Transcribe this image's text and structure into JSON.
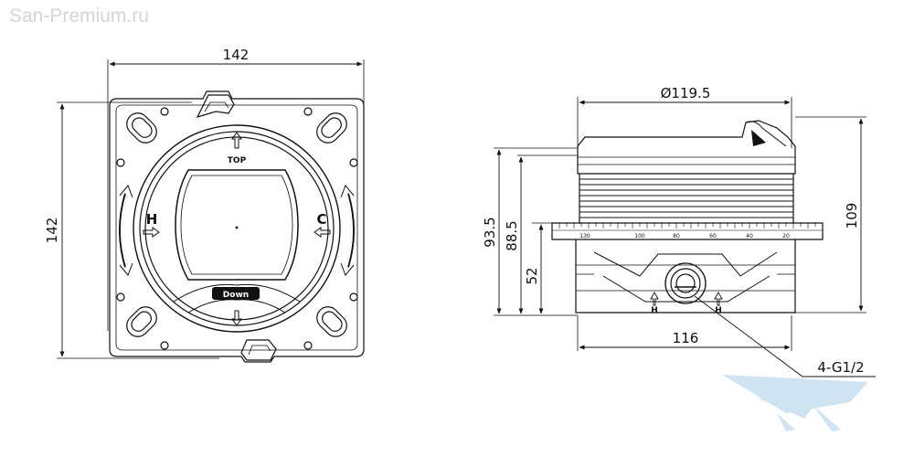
{
  "watermark": "San-Premium.ru",
  "front_view": {
    "width_dim": "142",
    "height_dim": "142",
    "label_top": "TOP",
    "label_down": "Down",
    "label_hot": "H",
    "label_cold": "C"
  },
  "side_view": {
    "diameter_dim": "Ø119.5",
    "height_93": "93.5",
    "height_88": "88.5",
    "height_52": "52",
    "height_109": "109",
    "base_width": "116",
    "connection_note": "4-G1/2",
    "scale_ticks": [
      "130",
      "100",
      "80",
      "60",
      "40",
      "20"
    ],
    "hot_marker_left": "H",
    "hot_marker_right": "H"
  }
}
